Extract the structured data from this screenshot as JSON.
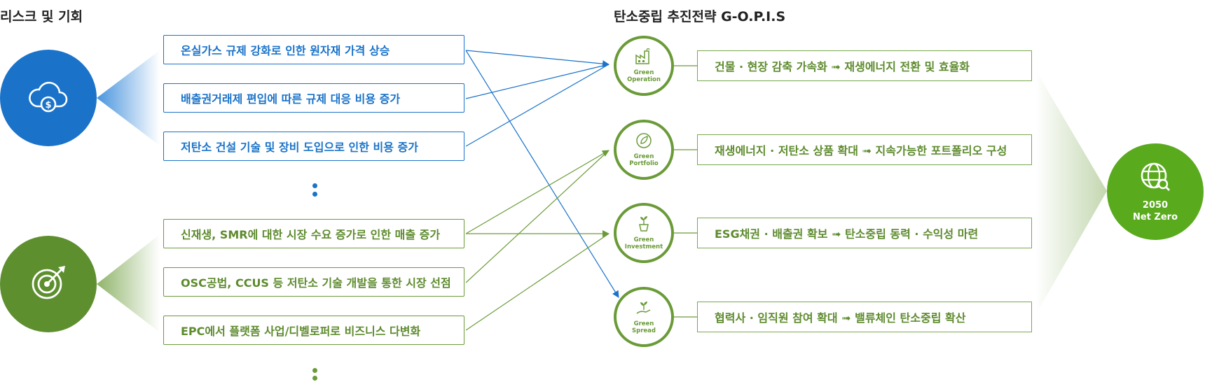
{
  "left_heading": "리스크 및 기회",
  "right_heading": "탄소중립 추진전략 G-O.P.I.S",
  "risk_icon": "cloud-dollar-icon",
  "opportunity_icon": "target-icon",
  "risks": [
    "온실가스 규제 강화로 인한 원자재 가격 상승",
    "배출권거래제 편입에 따른 규제 대응 비용 증가",
    "저탄소 건설 기술 및 장비 도입으로 인한 비용 증가"
  ],
  "opportunities": [
    "신재생, SMR에 대한 시장 수요 증가로 인한 매출 증가",
    "OSC공법, CCUS 등 저탄소 기술 개발을 통한 시장 선점",
    "EPC에서 플랫폼 사업/디벨로퍼로 비즈니스 다변화"
  ],
  "strategies": [
    {
      "label": "Green\nOperation",
      "icon": "factory-icon",
      "text": "건물 · 현장 감축 가속화 ➟ 재생에너지 전환 및 효율화"
    },
    {
      "label": "Green\nPortfolio",
      "icon": "leaf-circle-icon",
      "text": "재생에너지 · 저탄소 상품 확대 ➟ 지속가능한 포트폴리오 구성"
    },
    {
      "label": "Green\nInvestment",
      "icon": "plant-pot-icon",
      "text": "ESG채권 · 배출권 확보 ➟ 탄소중립 동력 · 수익성 마련"
    },
    {
      "label": "Green\nSpread",
      "icon": "hand-sprout-icon",
      "text": "협력사 · 임직원 참여 확대 ➟ 밸류체인 탄소중립 확산"
    }
  ],
  "goal": {
    "year": "2050",
    "label": "Net Zero",
    "icon": "globe-icon"
  },
  "colors": {
    "blue": "#1a73c9",
    "green": "#6a9b38",
    "goal": "#5aaa1e",
    "text": "#222222"
  }
}
